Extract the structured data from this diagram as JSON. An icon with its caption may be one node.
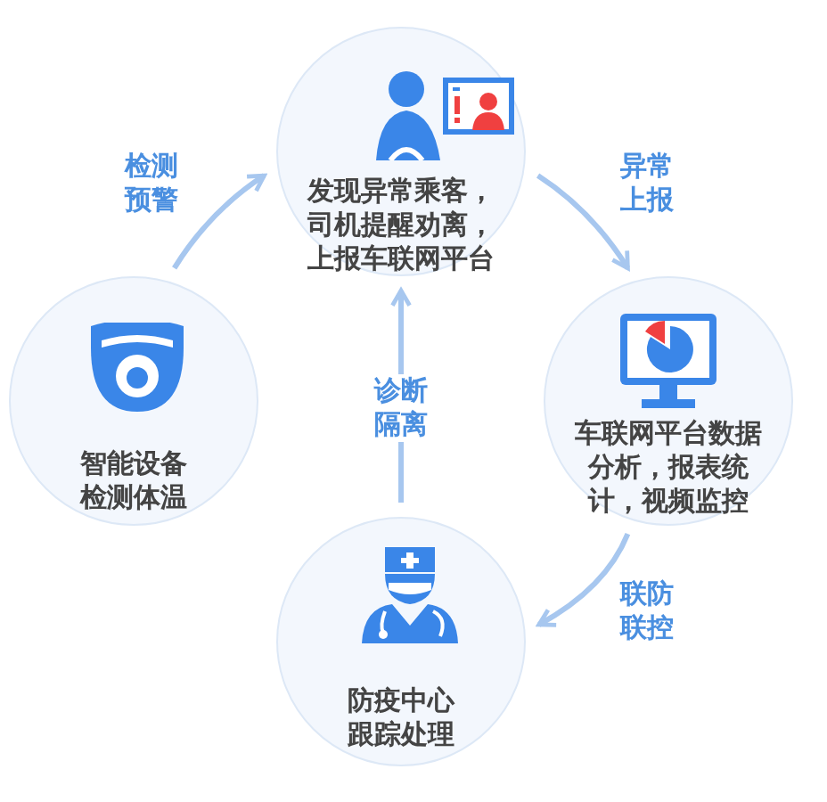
{
  "diagram": {
    "nodes": [
      {
        "text": [
          "发现异常乘客，司机提醒劝离，上报车联网平台"
        ]
      },
      {
        "text": [
          "智能设备检测体温"
        ]
      },
      {
        "text": [
          "车联网平台数据分析，报表统计，视频监控"
        ]
      },
      {
        "text": [
          "防疫中心跟踪处理"
        ]
      }
    ],
    "edges": [
      {
        "from": 1,
        "to": 0,
        "arrow": "to",
        "label": "检测预警"
      },
      {
        "from": 0,
        "to": 2,
        "arrow": "to",
        "label": "异常上报"
      },
      {
        "from": 2,
        "to": 3,
        "arrow": "to",
        "label": "联防联控"
      },
      {
        "from": 3,
        "to": 0,
        "arrow": "to",
        "label": "诊断隔离"
      }
    ]
  }
}
